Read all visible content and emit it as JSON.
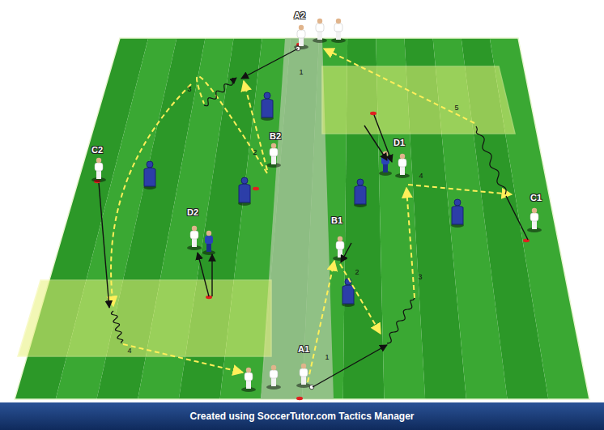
{
  "diagram": {
    "caption": "Created using SoccerTutor.com Tactics Manager",
    "labels": [
      "A2",
      "C2",
      "B2",
      "D1",
      "C1",
      "D2",
      "B1",
      "A1",
      "1",
      "3",
      "2",
      "5",
      "4",
      "2",
      "3",
      "1",
      "4"
    ]
  }
}
